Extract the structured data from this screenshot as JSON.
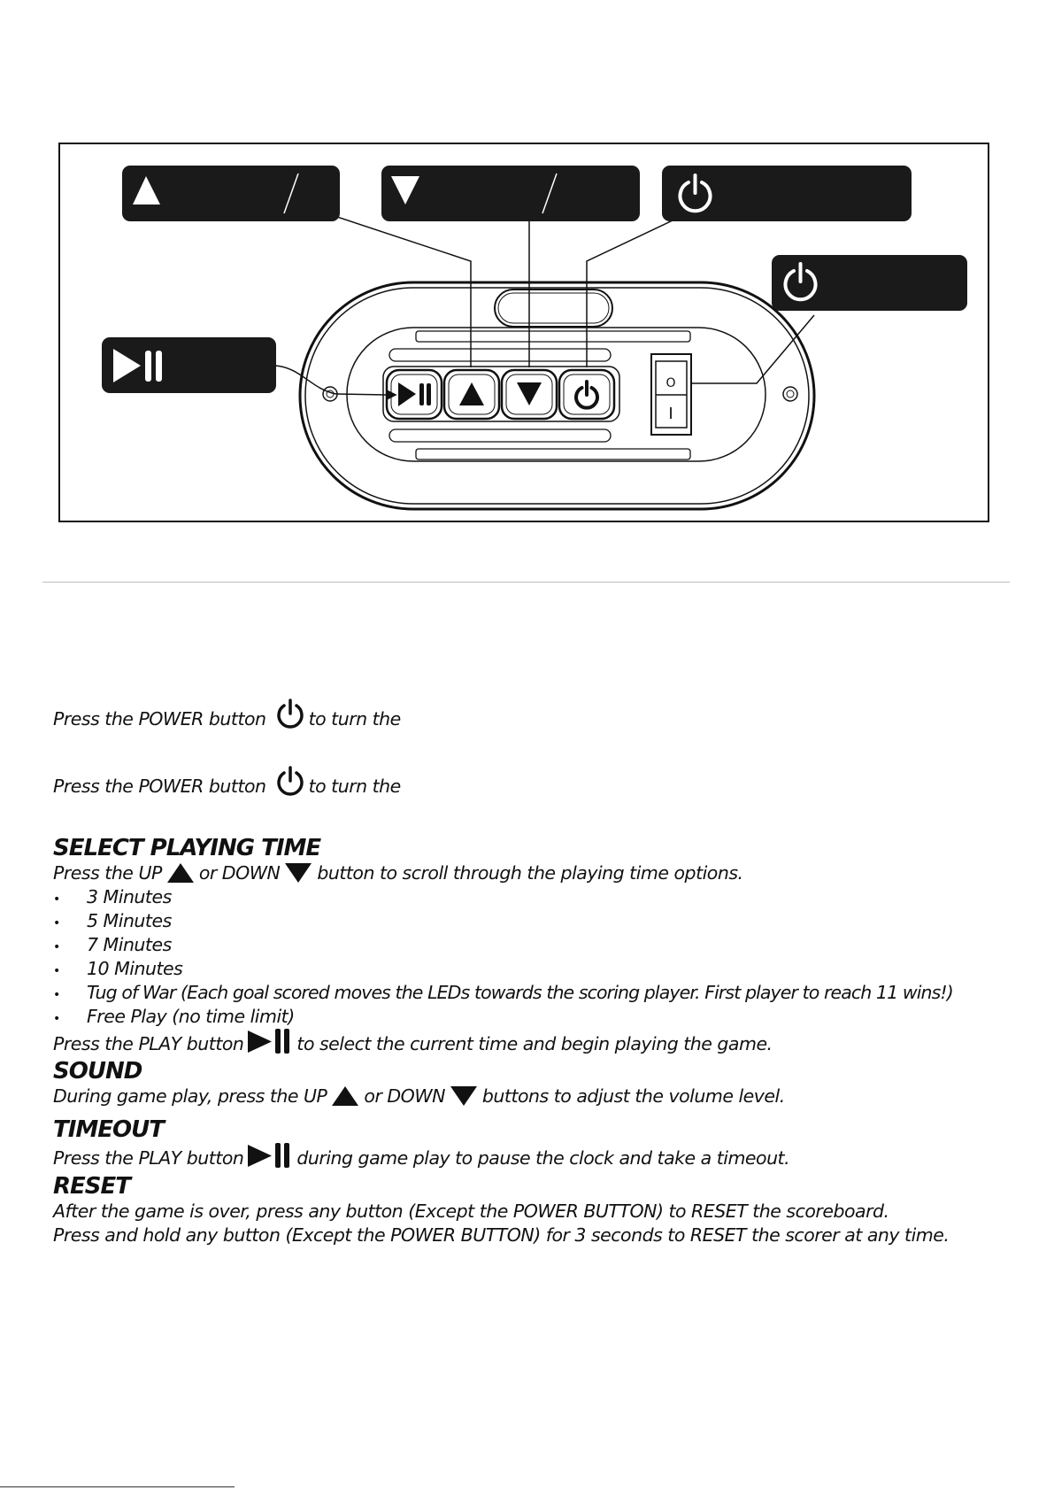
{
  "diagram": {
    "switch_symbols": {
      "off": "O",
      "on": "I"
    },
    "callouts": [
      {
        "id": "up",
        "icon": "up-triangle-icon"
      },
      {
        "id": "down",
        "icon": "down-triangle-icon"
      },
      {
        "id": "power",
        "icon": "power-icon"
      },
      {
        "id": "main-power",
        "icon": "power-icon"
      },
      {
        "id": "play-pause",
        "icon": "play-pause-icon"
      }
    ],
    "panel_buttons": [
      "play-pause-icon",
      "up-triangle-icon",
      "down-triangle-icon",
      "power-icon"
    ]
  },
  "power": {
    "line1": {
      "before": "Press the POWER button",
      "after": "to turn the"
    },
    "line2": {
      "before": "Press the POWER button",
      "after": "to turn the"
    }
  },
  "select_time": {
    "heading": "SELECT PLAYING TIME",
    "intro": {
      "a": "Press the UP",
      "b": "or DOWN",
      "c": "button to scroll through the playing time options."
    },
    "options": [
      "3 Minutes",
      "5 Minutes",
      "7 Minutes",
      "10 Minutes",
      "Tug of War (Each goal scored moves the LEDs towards the scoring player. First player to reach 11 wins!)",
      "Free Play (no time limit)"
    ],
    "play": {
      "a": "Press the PLAY button",
      "b": "to select the current time and begin playing the game."
    }
  },
  "sound": {
    "heading": "SOUND",
    "text": {
      "a": "During game play, press the UP",
      "b": "or DOWN",
      "c": "buttons to adjust the volume level."
    }
  },
  "timeout": {
    "heading": "TIMEOUT",
    "text": {
      "a": "Press the PLAY button",
      "b": "during game play to pause the clock and take a timeout."
    }
  },
  "reset": {
    "heading": "RESET",
    "line1": "After the game is over, press any button (Except the POWER BUTTON) to RESET the scoreboard.",
    "line2": "Press and hold any button (Except the POWER BUTTON) for 3 seconds to RESET the scorer at any time."
  },
  "colors": {
    "ink": "#111111",
    "callout_bg": "#1a1a1a",
    "panel_fill": "#ffffff",
    "rule": "#bdbdbd"
  }
}
